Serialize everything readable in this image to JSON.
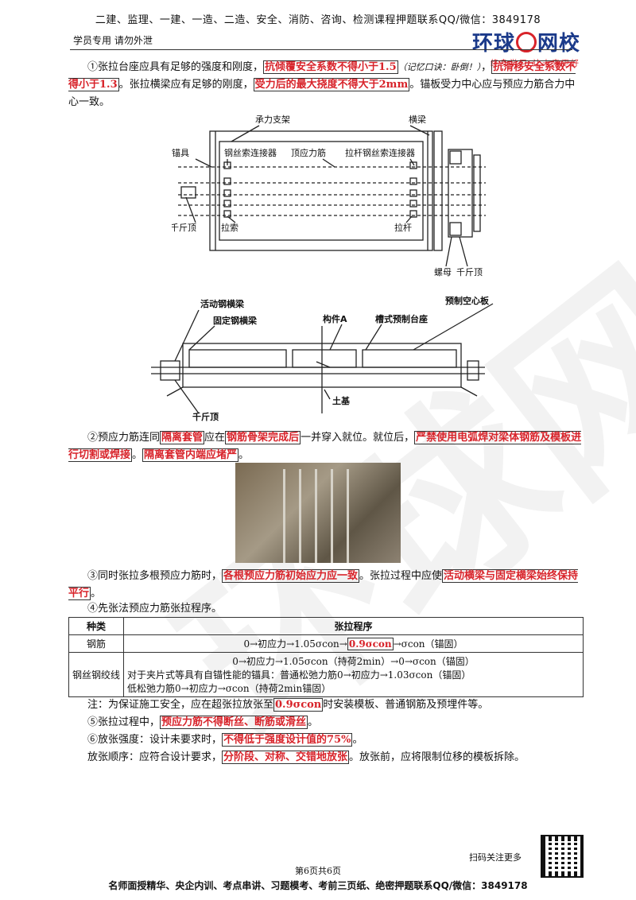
{
  "header": {
    "top_line": "二建、监理、一建、一造、二造、安全、消防、咨询、检测课程押题联系QQ/微信：3849178",
    "sub_left": "学员专用 请勿外泄",
    "logo_text_a": "环球",
    "logo_text_b": "网校",
    "logo_slogan": "终身学习 让未来更好"
  },
  "p1": {
    "t1": "①张拉台座应具有足够的强度和刚度，",
    "h1": "抗倾覆安全系数不得小于1.5",
    "note": "（记忆口诀：卧倒！）",
    "t2": "，",
    "h2": "抗滑移安全系数不得小于1.3",
    "t3": "。张拉横梁应有足够的刚度，",
    "h3": "受力后的最大挠度不得大于2mm",
    "t4": "。锚板受力中心应与预应力筋合力中心一致。"
  },
  "diagram1": {
    "l_support": "承力支架",
    "l_beam": "横梁",
    "l_anchor": "锚具",
    "l_wire_conn": "钢丝索连接器",
    "l_tendon": "顶应力筋",
    "l_rod_conn": "拉杆钢丝索连接器",
    "l_jack": "千斤顶",
    "l_cable": "拉索",
    "l_rod": "拉杆",
    "l_nut": "螺母",
    "l_jack2": "千斤顶"
  },
  "diagram2": {
    "l_moving_beam": "活动钢横梁",
    "l_fixed_beam": "固定钢横梁",
    "l_member": "构件A",
    "l_bed": "槽式预制台座",
    "l_slab": "预制空心板",
    "l_soil": "土基",
    "l_jack": "千斤顶"
  },
  "p2": {
    "t1": "②预应力筋连同",
    "h1": "隔离套管",
    "t2": "应在",
    "h2": "钢筋骨架完成后",
    "t3": "一并穿入就位。就位后，",
    "h3": "严禁使用电弧焊对梁体钢筋及模板进行切割或焊接",
    "t4": "。",
    "h4": "隔离套管内端应堵严",
    "t5": "。"
  },
  "p3": {
    "t1": "③同时张拉多根预应力筋时，",
    "h1": "各根预应力筋初始应力应一致",
    "t2": "。张拉过程中应使",
    "h2": "活动横梁与固定横梁始终保持平行",
    "t3": "。"
  },
  "p4": {
    "t1": "④先张法预应力筋张拉程序。"
  },
  "table": {
    "h_type": "种类",
    "h_proc": "张拉程序",
    "r1_type": "钢筋",
    "r1_a": "0→初应力→1.05σcon→",
    "r1_h": "0.9σcon",
    "r1_b": "→σcon（锚固）",
    "r2_type": "钢丝钢绞线",
    "r2_l1": "0→初应力→1.05σcon（持荷2min）→0→σcon（锚固）",
    "r2_l2": "对于夹片式等具有自锚性能的锚具：普通松弛力筋0→初应力→1.03σcon（锚固）",
    "r2_l3": "低松弛力筋0→初应力→σcon（持荷2min锚固）"
  },
  "note": {
    "t1": "注：为保证施工安全，应在超张拉放张至",
    "h1": "0.9σcon",
    "t2": "时安装模板、普通钢筋及预埋件等。"
  },
  "p5": {
    "t1": "⑤张拉过程中，",
    "h1": "预应力筋不得断丝、断筋或滑丝",
    "t2": "。"
  },
  "p6": {
    "t1": "⑥放张强度：设计未要求时，",
    "h1": "不得低于强度设计值的75%",
    "t2": "。"
  },
  "p7": {
    "t1": "放张顺序：应符合设计要求，",
    "h1": "分阶段、对称、交错地放张",
    "t2": "。放张前，应将限制位移的模板拆除。"
  },
  "footer": {
    "scan": "扫码关注更多",
    "page": "第6页共6页",
    "bottom_line": "名师面授精华、央企内训、考点串讲、习题模考、考前三页纸、绝密押题联系QQ/微信：3849178"
  }
}
